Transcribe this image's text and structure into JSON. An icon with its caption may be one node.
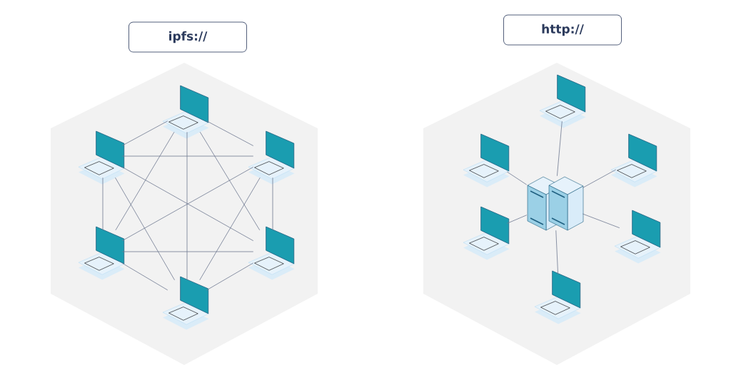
{
  "diagram": {
    "nodes": [
      {
        "text": [
          "ipfs://"
        ]
      },
      {
        "text": [
          "http://"
        ]
      },
      {
        "text": [],
        "shape": "picture"
      },
      {
        "text": [],
        "shape": "picture"
      },
      {
        "text": [],
        "shape": "picture"
      },
      {
        "text": [],
        "shape": "picture"
      },
      {
        "text": [],
        "shape": "picture"
      },
      {
        "text": [],
        "shape": "picture"
      },
      {
        "text": [],
        "shape": "picture"
      },
      {
        "text": [],
        "shape": "picture"
      },
      {
        "text": [],
        "shape": "picture"
      },
      {
        "text": [],
        "shape": "picture"
      },
      {
        "text": [],
        "shape": "picture"
      },
      {
        "text": [],
        "shape": "picture"
      },
      {
        "text": [],
        "shape": "picture"
      }
    ],
    "edges": [
      {
        "from": 2,
        "to": 3,
        "arrow": "none"
      },
      {
        "from": 2,
        "to": 4,
        "arrow": "none"
      },
      {
        "from": 2,
        "to": 5,
        "arrow": "none"
      },
      {
        "from": 2,
        "to": 6,
        "arrow": "none"
      },
      {
        "from": 2,
        "to": 7,
        "arrow": "none"
      },
      {
        "from": 3,
        "to": 4,
        "arrow": "none"
      },
      {
        "from": 3,
        "to": 5,
        "arrow": "none"
      },
      {
        "from": 3,
        "to": 6,
        "arrow": "none"
      },
      {
        "from": 3,
        "to": 7,
        "arrow": "none"
      },
      {
        "from": 4,
        "to": 5,
        "arrow": "none"
      },
      {
        "from": 4,
        "to": 6,
        "arrow": "none"
      },
      {
        "from": 4,
        "to": 7,
        "arrow": "none"
      },
      {
        "from": 5,
        "to": 6,
        "arrow": "none"
      },
      {
        "from": 5,
        "to": 7,
        "arrow": "none"
      },
      {
        "from": 6,
        "to": 7,
        "arrow": "none"
      },
      {
        "from": 11,
        "to": 8,
        "arrow": "none"
      },
      {
        "from": 11,
        "to": 9,
        "arrow": "none"
      },
      {
        "from": 11,
        "to": 10,
        "arrow": "none"
      },
      {
        "from": 11,
        "to": 12,
        "arrow": "none"
      },
      {
        "from": 11,
        "to": 13,
        "arrow": "none"
      },
      {
        "from": 11,
        "to": 14,
        "arrow": "none"
      }
    ]
  }
}
